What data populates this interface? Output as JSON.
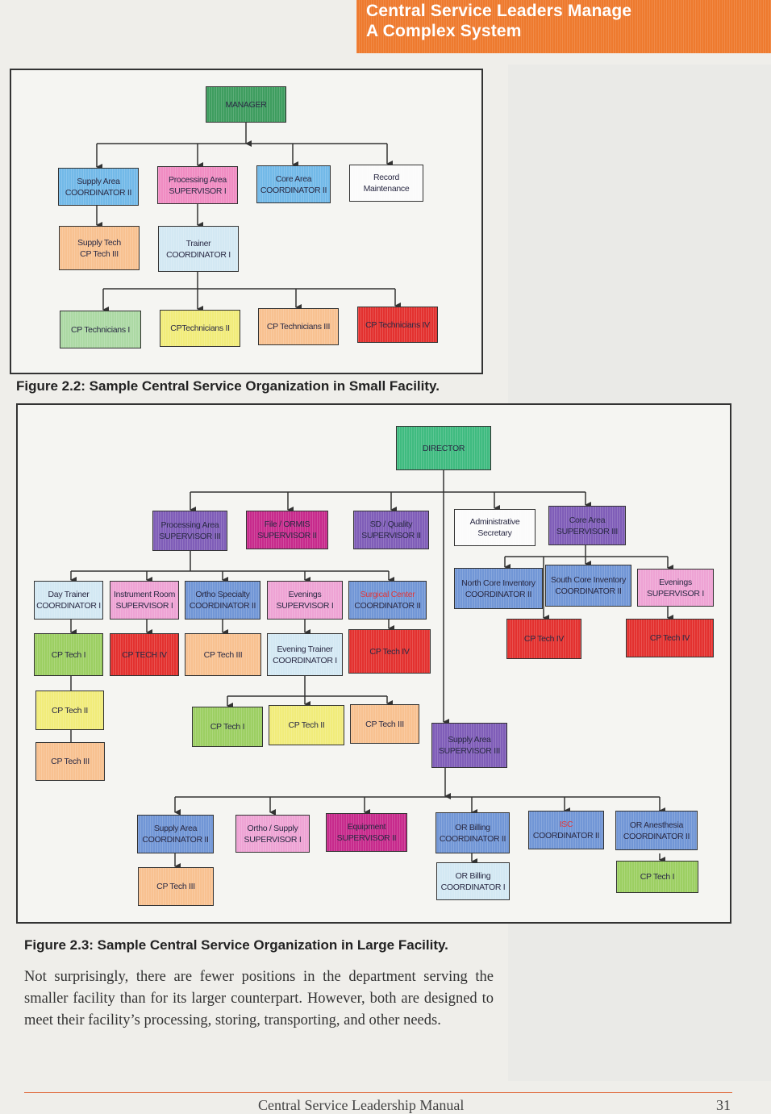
{
  "header": {
    "line1": "Central Service Leaders Manage",
    "line2": "A Complex System"
  },
  "fig22": {
    "caption": "Figure 2.2: Sample Central Service Organization in Small Facility.",
    "manager": [
      "MANAGER",
      ""
    ],
    "supply_coord": [
      "Supply Area",
      "COORDINATOR II"
    ],
    "processing_sup": [
      "Processing Area",
      "SUPERVISOR I"
    ],
    "core_coord": [
      "Core Area",
      "COORDINATOR II"
    ],
    "record": [
      "Record",
      "Maintenance"
    ],
    "supply_tech": [
      "Supply Tech",
      "CP Tech III"
    ],
    "trainer": [
      "Trainer",
      "COORDINATOR I"
    ],
    "tech1": [
      "CP Technicians I",
      ""
    ],
    "tech2": [
      "CPTechnicians II",
      ""
    ],
    "tech3": [
      "CP Technicians III",
      ""
    ],
    "tech4": [
      "CP Technicians IV",
      ""
    ]
  },
  "fig23": {
    "caption": "Figure 2.3:  Sample Central Service Organization in Large Facility.",
    "director": [
      "DIRECTOR",
      ""
    ],
    "processing_sup": [
      "Processing Area",
      "SUPERVISOR III"
    ],
    "file_ormis": [
      "File / ORMIS",
      "SUPERVISOR II"
    ],
    "sd_quality": [
      "SD / Quality",
      "SUPERVISOR II"
    ],
    "admin_sec": [
      "Administrative",
      "Secretary"
    ],
    "core_sup": [
      "Core Area",
      "SUPERVISOR III"
    ],
    "day_trainer": [
      "Day Trainer",
      "COORDINATOR I"
    ],
    "instrument": [
      "Instrument Room",
      "SUPERVISOR I"
    ],
    "ortho_spec": [
      "Ortho Specialty",
      "COORDINATOR II"
    ],
    "evenings1": [
      "Evenings",
      "SUPERVISOR I"
    ],
    "surgical": [
      "Surgical Center",
      "COORDINATOR II"
    ],
    "north_core": [
      "North Core Inventory",
      "COORDINATOR II"
    ],
    "south_core": [
      "South Core Inventory",
      "COORDINATOR II"
    ],
    "evenings2": [
      "Evenings",
      "SUPERVISOR I"
    ],
    "a_tech1": [
      "CP Tech I",
      ""
    ],
    "a_tech4": [
      "CP TECH IV",
      ""
    ],
    "a_tech3": [
      "CP Tech III",
      ""
    ],
    "evening_trainer": [
      "Evening Trainer",
      "COORDINATOR I"
    ],
    "s_tech4": [
      "CP Tech IV",
      ""
    ],
    "n_tech4": [
      "CP Tech IV",
      ""
    ],
    "e_tech4": [
      "CP Tech IV",
      ""
    ],
    "a_tech2": [
      "CP Tech II",
      ""
    ],
    "a_tech3b": [
      "CP Tech III",
      ""
    ],
    "et_tech1": [
      "CP Tech I",
      ""
    ],
    "et_tech2": [
      "CP Tech II",
      ""
    ],
    "et_tech3": [
      "CP Tech III",
      ""
    ],
    "supply_sup": [
      "Supply Area",
      "SUPERVISOR III"
    ],
    "supply_coord": [
      "Supply Area",
      "COORDINATOR II"
    ],
    "ortho_supply": [
      "Ortho / Supply",
      "SUPERVISOR I"
    ],
    "equipment": [
      "Equipment",
      "SUPERVISOR II"
    ],
    "or_billing2": [
      "OR Billing",
      "COORDINATOR II"
    ],
    "isc": [
      "ISC",
      "COORDINATOR II"
    ],
    "or_anes": [
      "OR Anesthesia",
      "COORDINATOR II"
    ],
    "sc_tech3": [
      "CP Tech III",
      ""
    ],
    "or_billing1": [
      "OR Billing",
      "COORDINATOR I"
    ],
    "oa_tech1": [
      "CP Tech I",
      ""
    ]
  },
  "body": "Not surprisingly, there are fewer positions in the department serving the smaller facility than for its larger counterpart. However, both are designed to meet their facility’s processing, storing, transporting, and other needs.",
  "footer": {
    "title": "Central Service Leadership Manual",
    "page": "31"
  }
}
